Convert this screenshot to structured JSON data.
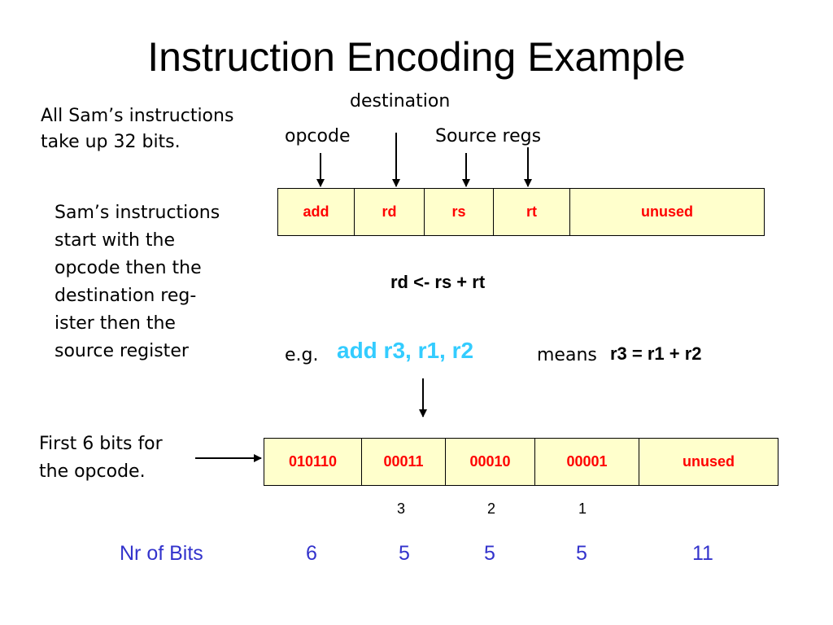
{
  "title": "Instruction Encoding Example",
  "labels": {
    "destination": "destination",
    "opcode": "opcode",
    "source_regs": "Source regs"
  },
  "notes": {
    "all_32_bits": [
      "All Sam’s instructions",
      "take up 32 bits."
    ],
    "order": [
      "Sam’s instructions",
      "start with the",
      "opcode then the",
      "destination reg-",
      "ister then the",
      "source register"
    ],
    "first_6_bits": [
      "First 6 bits for",
      "the opcode."
    ]
  },
  "format_fields": [
    "add",
    "rd",
    "rs",
    "rt",
    "unused"
  ],
  "semantics": "rd <- rs + rt",
  "example": {
    "eg": "e.g.",
    "instruction": "add r3, r1, r2",
    "means": "means",
    "expression": "r3 = r1 + r2"
  },
  "encoding_fields": [
    "010110",
    "00011",
    "00010",
    "00001",
    "unused"
  ],
  "register_numbers": [
    "3",
    "2",
    "1"
  ],
  "bits_row": {
    "label": "Nr of Bits",
    "values": [
      "6",
      "5",
      "5",
      "5",
      "11"
    ]
  },
  "colors": {
    "cell_fill": "#ffffcc",
    "field_text": "#ff0000",
    "bits_row": "#3333cc",
    "example_instruction": "#33ccff"
  }
}
